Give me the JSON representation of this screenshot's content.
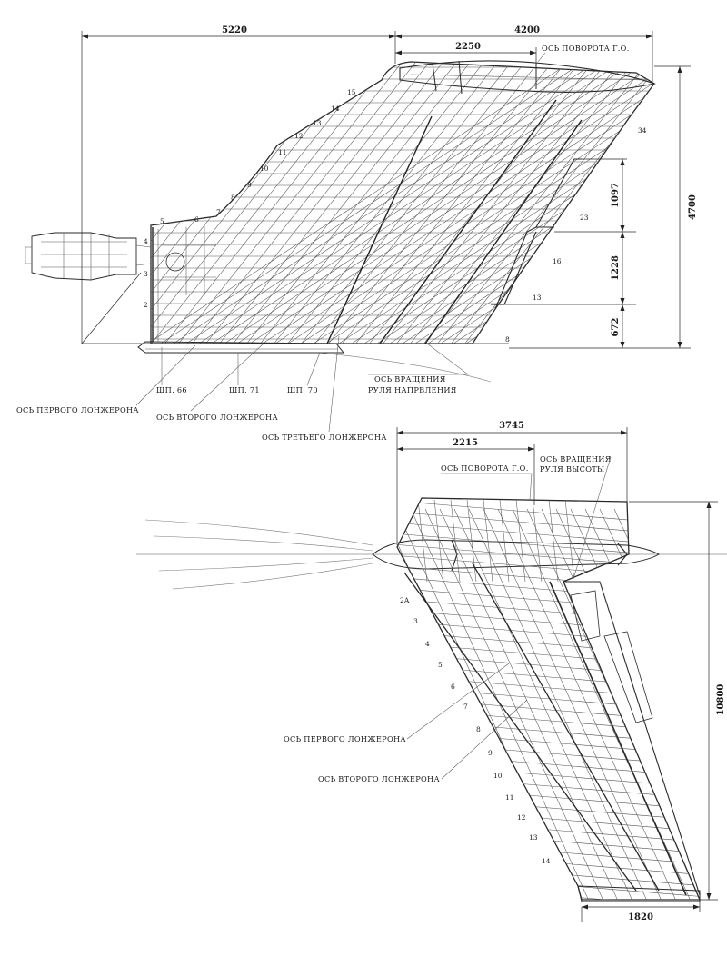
{
  "fin": {
    "dims": {
      "span_5220": "5220",
      "span_4200": "4200",
      "span_2250": "2250",
      "height_4700": "4700",
      "seg_1097": "1097",
      "seg_1228": "1228",
      "seg_672": "672"
    },
    "labels": {
      "stab_pivot": "ОСЬ ПОВОРОТА Г.О.",
      "rudder_axis_l1": "ОСЬ ВРАЩЕНИЯ",
      "rudder_axis_l2": "РУЛЯ НАПРВЛЕНИЯ",
      "spar1": "ОСЬ ПЕРВОГО ЛОНЖЕРОНА",
      "spar2": "ОСЬ ВТОРОГО ЛОНЖЕРОНА",
      "spar3": "ОСЬ ТРЕТЬЕГО ЛОНЖЕРОНА",
      "frame66": "ШП. 66",
      "frame71": "ШП. 71",
      "frame70": "ШП. 70"
    },
    "rib_numbers": [
      "2",
      "3",
      "4",
      "5",
      "6",
      "7",
      "8",
      "9",
      "10",
      "11",
      "12",
      "13",
      "14",
      "15"
    ],
    "rudder_numbers": [
      "34",
      "23",
      "16",
      "13",
      "8"
    ]
  },
  "stabilizer": {
    "dims": {
      "span_3745": "3745",
      "span_2215": "2215",
      "height_10800": "10800",
      "tip_1820": "1820"
    },
    "labels": {
      "stab_pivot": "ОСЬ ПОВОРОТА Г.О.",
      "elevator_axis_l1": "ОСЬ ВРАЩЕНИЯ",
      "elevator_axis_l2": "РУЛЯ ВЫСОТЫ",
      "spar1": "ОСЬ ПЕРВОГО ЛОНЖЕРОНА",
      "spar2": "ОСЬ ВТОРОГО ЛОНЖЕРОНА"
    },
    "rib_numbers": [
      "2А",
      "3",
      "4",
      "5",
      "6",
      "7",
      "8",
      "9",
      "10",
      "11",
      "12",
      "13",
      "14"
    ]
  }
}
